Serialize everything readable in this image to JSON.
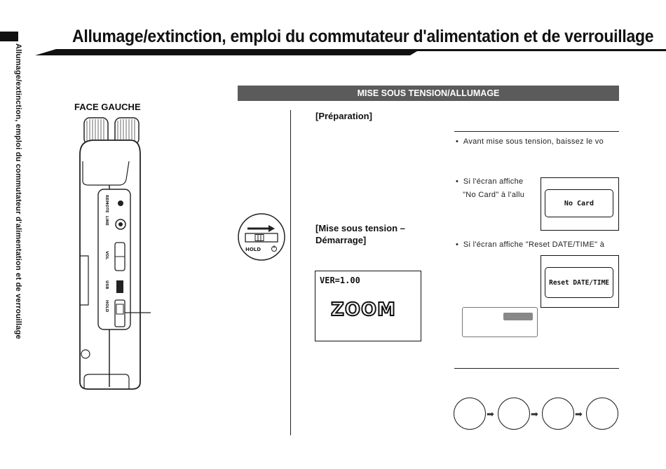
{
  "header": {
    "title": "Allumage/extinction, emploi du commutateur d'alimentation et de verrouillage",
    "side_tab": "Allumage/extinction, emploi du commutateur d'alimentation et de verrouillage"
  },
  "device": {
    "face_label": "FACE GAUCHE",
    "labels": [
      "REMOTE",
      "LINE",
      "VOL",
      "USB",
      "HOLD"
    ]
  },
  "section": {
    "bar_title": "MISE SOUS TENSION/ALLUMAGE",
    "preparation_label": "[Préparation]",
    "startup_label": "[Mise sous tension – Démarrage]",
    "hold_switch_label": "HOLD",
    "boot_screen_version": "VER=1.00",
    "boot_screen_logo": "ZOOM"
  },
  "notes": {
    "bullet1": "Avant mise sous tension, baissez le vo",
    "bullet2_line1": "Si l'écran affiche",
    "bullet2_line2": "\"No Card\" à l'allu",
    "bullet3": "Si l'écran affiche \"Reset DATE/TIME\" à",
    "nocard_screen": "No Card",
    "reset_screen": "Reset DATE/TIME"
  }
}
